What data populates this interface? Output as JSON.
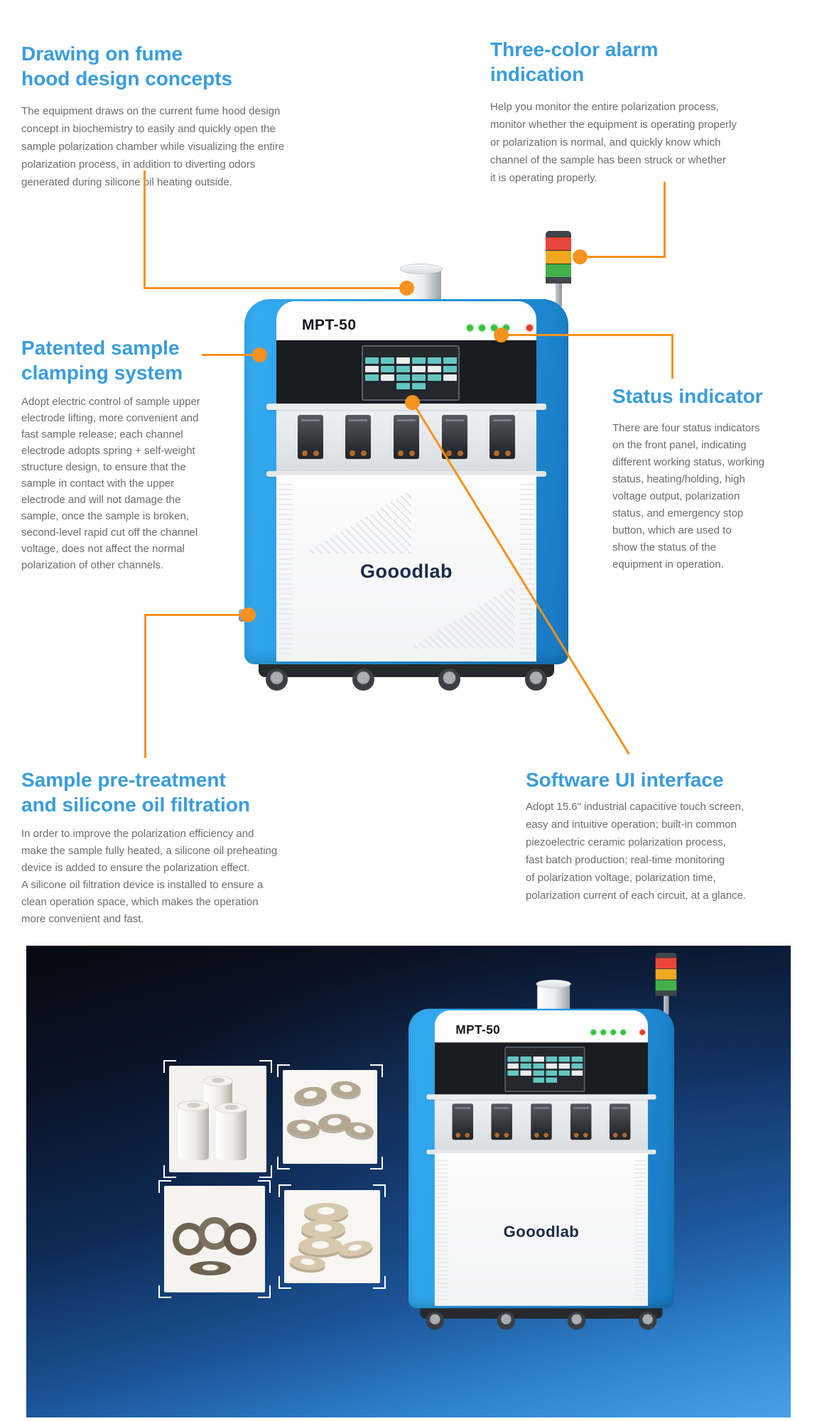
{
  "features": [
    {
      "title_lines": [
        "Drawing on fume",
        "hood design concepts"
      ],
      "body_lines": [
        "The equipment draws on the current fume hood design",
        "concept in biochemistry to easily and quickly open the",
        "sample polarization chamber while visualizing the entire",
        "polarization process, in addition to diverting odors",
        "generated during silicone oil heating outside."
      ]
    },
    {
      "title_lines": [
        "Three-color alarm",
        "indication"
      ],
      "body_lines": [
        "Help you monitor the entire polarization process,",
        "monitor whether the equipment is operating properly",
        "or polarization is normal, and quickly know which",
        "channel of the sample has been struck or whether",
        "it is operating properly."
      ]
    },
    {
      "title_lines": [
        "Patented sample",
        "clamping system"
      ],
      "body_lines": [
        "Adopt electric control of sample upper",
        "electrode lifting, more convenient and",
        "fast sample release; each channel",
        "electrode adopts spring + self-weight",
        "structure design, to ensure that the",
        "sample in contact with the upper",
        "electrode and will not damage the",
        "sample, once the sample is broken,",
        "second-level rapid cut off the channel",
        "voltage, does not affect the normal",
        "polarization of other channels."
      ]
    },
    {
      "title_lines": [
        "Status indicator"
      ],
      "body_lines": [
        "There are four status indicators",
        "on the front panel, indicating",
        "different working status, working",
        "status, heating/holding, high",
        "voltage output, polarization",
        "status, and emergency stop",
        "button, which are used to",
        "show the status of the",
        "equipment in operation."
      ]
    },
    {
      "title_lines": [
        "Sample pre-treatment",
        "and silicone oil filtration"
      ],
      "body_lines": [
        "In order to improve the polarization efficiency and",
        "make the sample fully heated, a silicone oil preheating",
        "device is added to ensure the polarization effect.",
        "A silicone oil filtration device is installed to ensure a",
        "clean operation space, which makes the operation",
        "more convenient and fast."
      ]
    },
    {
      "title_lines": [
        "Software UI interface"
      ],
      "body_lines": [
        "Adopt 15.6\" industrial capacitive touch screen,",
        "easy and intuitive operation; built-in common",
        "piezoelectric ceramic polarization process,",
        "fast batch production; real-time monitoring",
        "of polarization voltage, polarization time,",
        "polarization current of each circuit, at a glance."
      ]
    }
  ],
  "machine": {
    "model": "MPT-50",
    "brand": "Gooodlab"
  },
  "colors": {
    "heading_blue": "#3A9CDB",
    "body_gray": "#6B6C6E",
    "connector_orange": "#F6921E",
    "machine_blue": "#2196E0",
    "alarm_red": "#E8463A",
    "alarm_yellow": "#F0A81F",
    "alarm_green": "#43B04A",
    "status_green": "#35C040",
    "status_red": "#E03C30",
    "brand_navy": "#1B2A47",
    "hero_top": "#06090F",
    "hero_bottom": "#49A0E8"
  }
}
